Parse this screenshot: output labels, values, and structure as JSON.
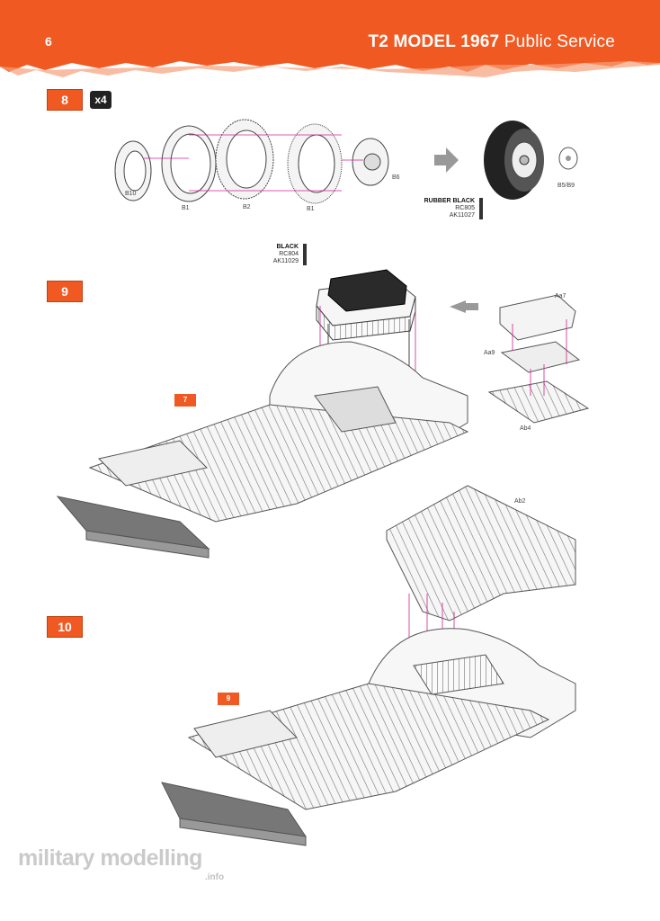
{
  "header": {
    "page_number": "6",
    "title_bold": "T2 MODEL 1967",
    "title_rest": "Public Service",
    "accent_color": "#f05a22"
  },
  "step8": {
    "number": "8",
    "quantity": "x4",
    "parts": [
      "B10",
      "B1",
      "B2",
      "B1",
      "B6",
      "B5/B9"
    ],
    "paint": {
      "name": "RUBBER BLACK",
      "codes": [
        "RC805",
        "AK11027"
      ]
    }
  },
  "step9": {
    "number": "9",
    "ref": "7",
    "parts": [
      "Aa7",
      "Aa9",
      "Ab4"
    ],
    "paint": {
      "name": "BLACK",
      "codes": [
        "RC804",
        "AK11029"
      ]
    }
  },
  "step10": {
    "number": "10",
    "ref": "9",
    "parts": [
      "Ab2"
    ]
  },
  "watermark": {
    "text": "military modelling",
    "sub": ".info"
  }
}
